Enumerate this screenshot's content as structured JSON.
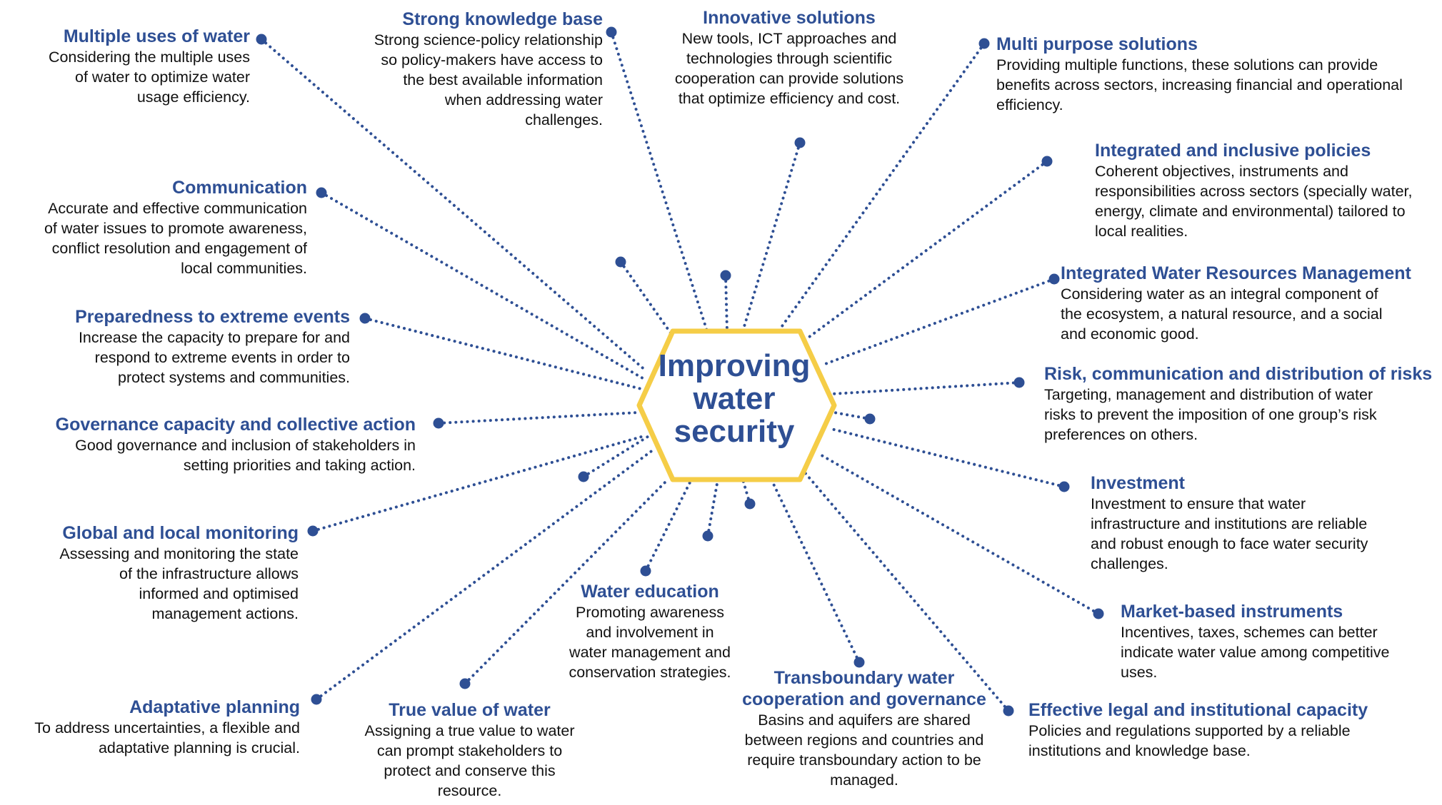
{
  "center": {
    "title": "Improving\nwater\nsecurity"
  },
  "colors": {
    "title": "#2e4f94",
    "body_text": "#111111",
    "dot": "#2e4f94",
    "hexagon_stroke": "#f5cd47"
  },
  "nodes": [
    {
      "id": "multiple-uses",
      "title": "Multiple uses of water",
      "desc": "Considering the multiple uses\nof water to optimize water\nusage efficiency."
    },
    {
      "id": "strong-knowledge",
      "title": "Strong knowledge base",
      "desc": "Strong science-policy relationship\nso policy-makers have access to\nthe best available information\nwhen addressing water\nchallenges."
    },
    {
      "id": "innovative",
      "title": "Innovative solutions",
      "desc": "New tools, ICT approaches and\ntechnologies through scientific\ncooperation can provide solutions\nthat optimize efficiency and cost."
    },
    {
      "id": "multi-purpose",
      "title": "Multi purpose solutions",
      "desc": "Providing multiple functions, these solutions can provide\nbenefits across sectors, increasing financial and operational\nefficiency."
    },
    {
      "id": "integrated-policies",
      "title": "Integrated and inclusive policies",
      "desc": "Coherent objectives, instruments and\nresponsibilities across sectors (specially water,\nenergy, climate and environmental) tailored to\nlocal realities."
    },
    {
      "id": "iwrm",
      "title": "Integrated Water Resources Management",
      "desc": "Considering water as an integral component of\nthe ecosystem, a natural resource, and a social\nand economic good."
    },
    {
      "id": "risk",
      "title": "Risk, communication and distribution of risks",
      "desc": "Targeting, management  and distribution of water\nrisks to prevent the imposition of one group’s risk\npreferences on others."
    },
    {
      "id": "investment",
      "title": "Investment",
      "desc": "Investment to ensure that water\ninfrastructure and institutions are reliable\nand robust enough to face water security\nchallenges."
    },
    {
      "id": "market",
      "title": "Market-based instruments",
      "desc": "Incentives, taxes, schemes can better\nindicate water value among competitive\nuses."
    },
    {
      "id": "legal",
      "title": "Effective legal and institutional capacity",
      "desc": "Policies and regulations supported by a reliable\ninstitutions and  knowledge base."
    },
    {
      "id": "transboundary",
      "title": "Transboundary water\ncooperation and governance",
      "desc": "Basins and aquifers are shared\nbetween regions and countries and\nrequire transboundary action to be\nmanaged."
    },
    {
      "id": "education",
      "title": "Water education",
      "desc": "Promoting awareness\nand  involvement in\nwater management and\nconservation strategies."
    },
    {
      "id": "true-value",
      "title": "True value of water",
      "desc": "Assigning a true value to water\ncan prompt stakeholders to\nprotect and conserve this\nresource."
    },
    {
      "id": "adaptative",
      "title": "Adaptative planning",
      "desc": "To address uncertainties, a flexible and\nadaptative planning is crucial."
    },
    {
      "id": "monitoring",
      "title": "Global and local monitoring",
      "desc": "Assessing and monitoring the state\nof the infrastructure allows\ninformed and optimised\nmanagement actions."
    },
    {
      "id": "governance",
      "title": "Governance capacity and collective action",
      "desc": "Good governance and inclusion of stakeholders in\nsetting priorities and taking action."
    },
    {
      "id": "preparedness",
      "title": "Preparedness to extreme events",
      "desc": "Increase the capacity to prepare for and\nrespond to extreme events in order to\nprotect systems and communities."
    },
    {
      "id": "communication",
      "title": "Communication",
      "desc": "Accurate and effective communication\nof water issues to promote awareness,\nconflict resolution and  engagement of\nlocal communities."
    }
  ]
}
